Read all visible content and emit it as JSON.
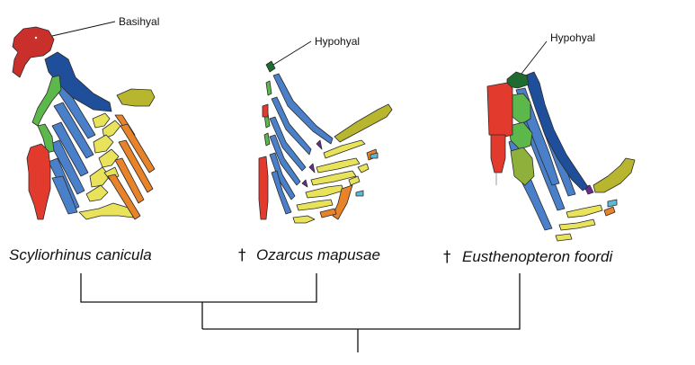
{
  "labels": {
    "basihyal": "Basihyal",
    "hypohyal_1": "Hypohyal",
    "hypohyal_2": "Hypohyal"
  },
  "taxa": [
    {
      "name": "Scyliorhinus canicula",
      "extinct": false
    },
    {
      "name": "Ozarcus mapusae",
      "extinct": true
    },
    {
      "name": "Eusthenopteron foordi",
      "extinct": true
    }
  ],
  "extinct_marker": "†",
  "colors": {
    "red": "#e23b2e",
    "navy": "#1f4f9a",
    "blue": "#4a7fc9",
    "green": "#5db84c",
    "dark_green": "#1d6b2e",
    "olive": "#b7b62e",
    "yellow": "#e8e35a",
    "orange": "#e9832a",
    "purple": "#6a2c91",
    "light_blue": "#5fb8d6"
  }
}
